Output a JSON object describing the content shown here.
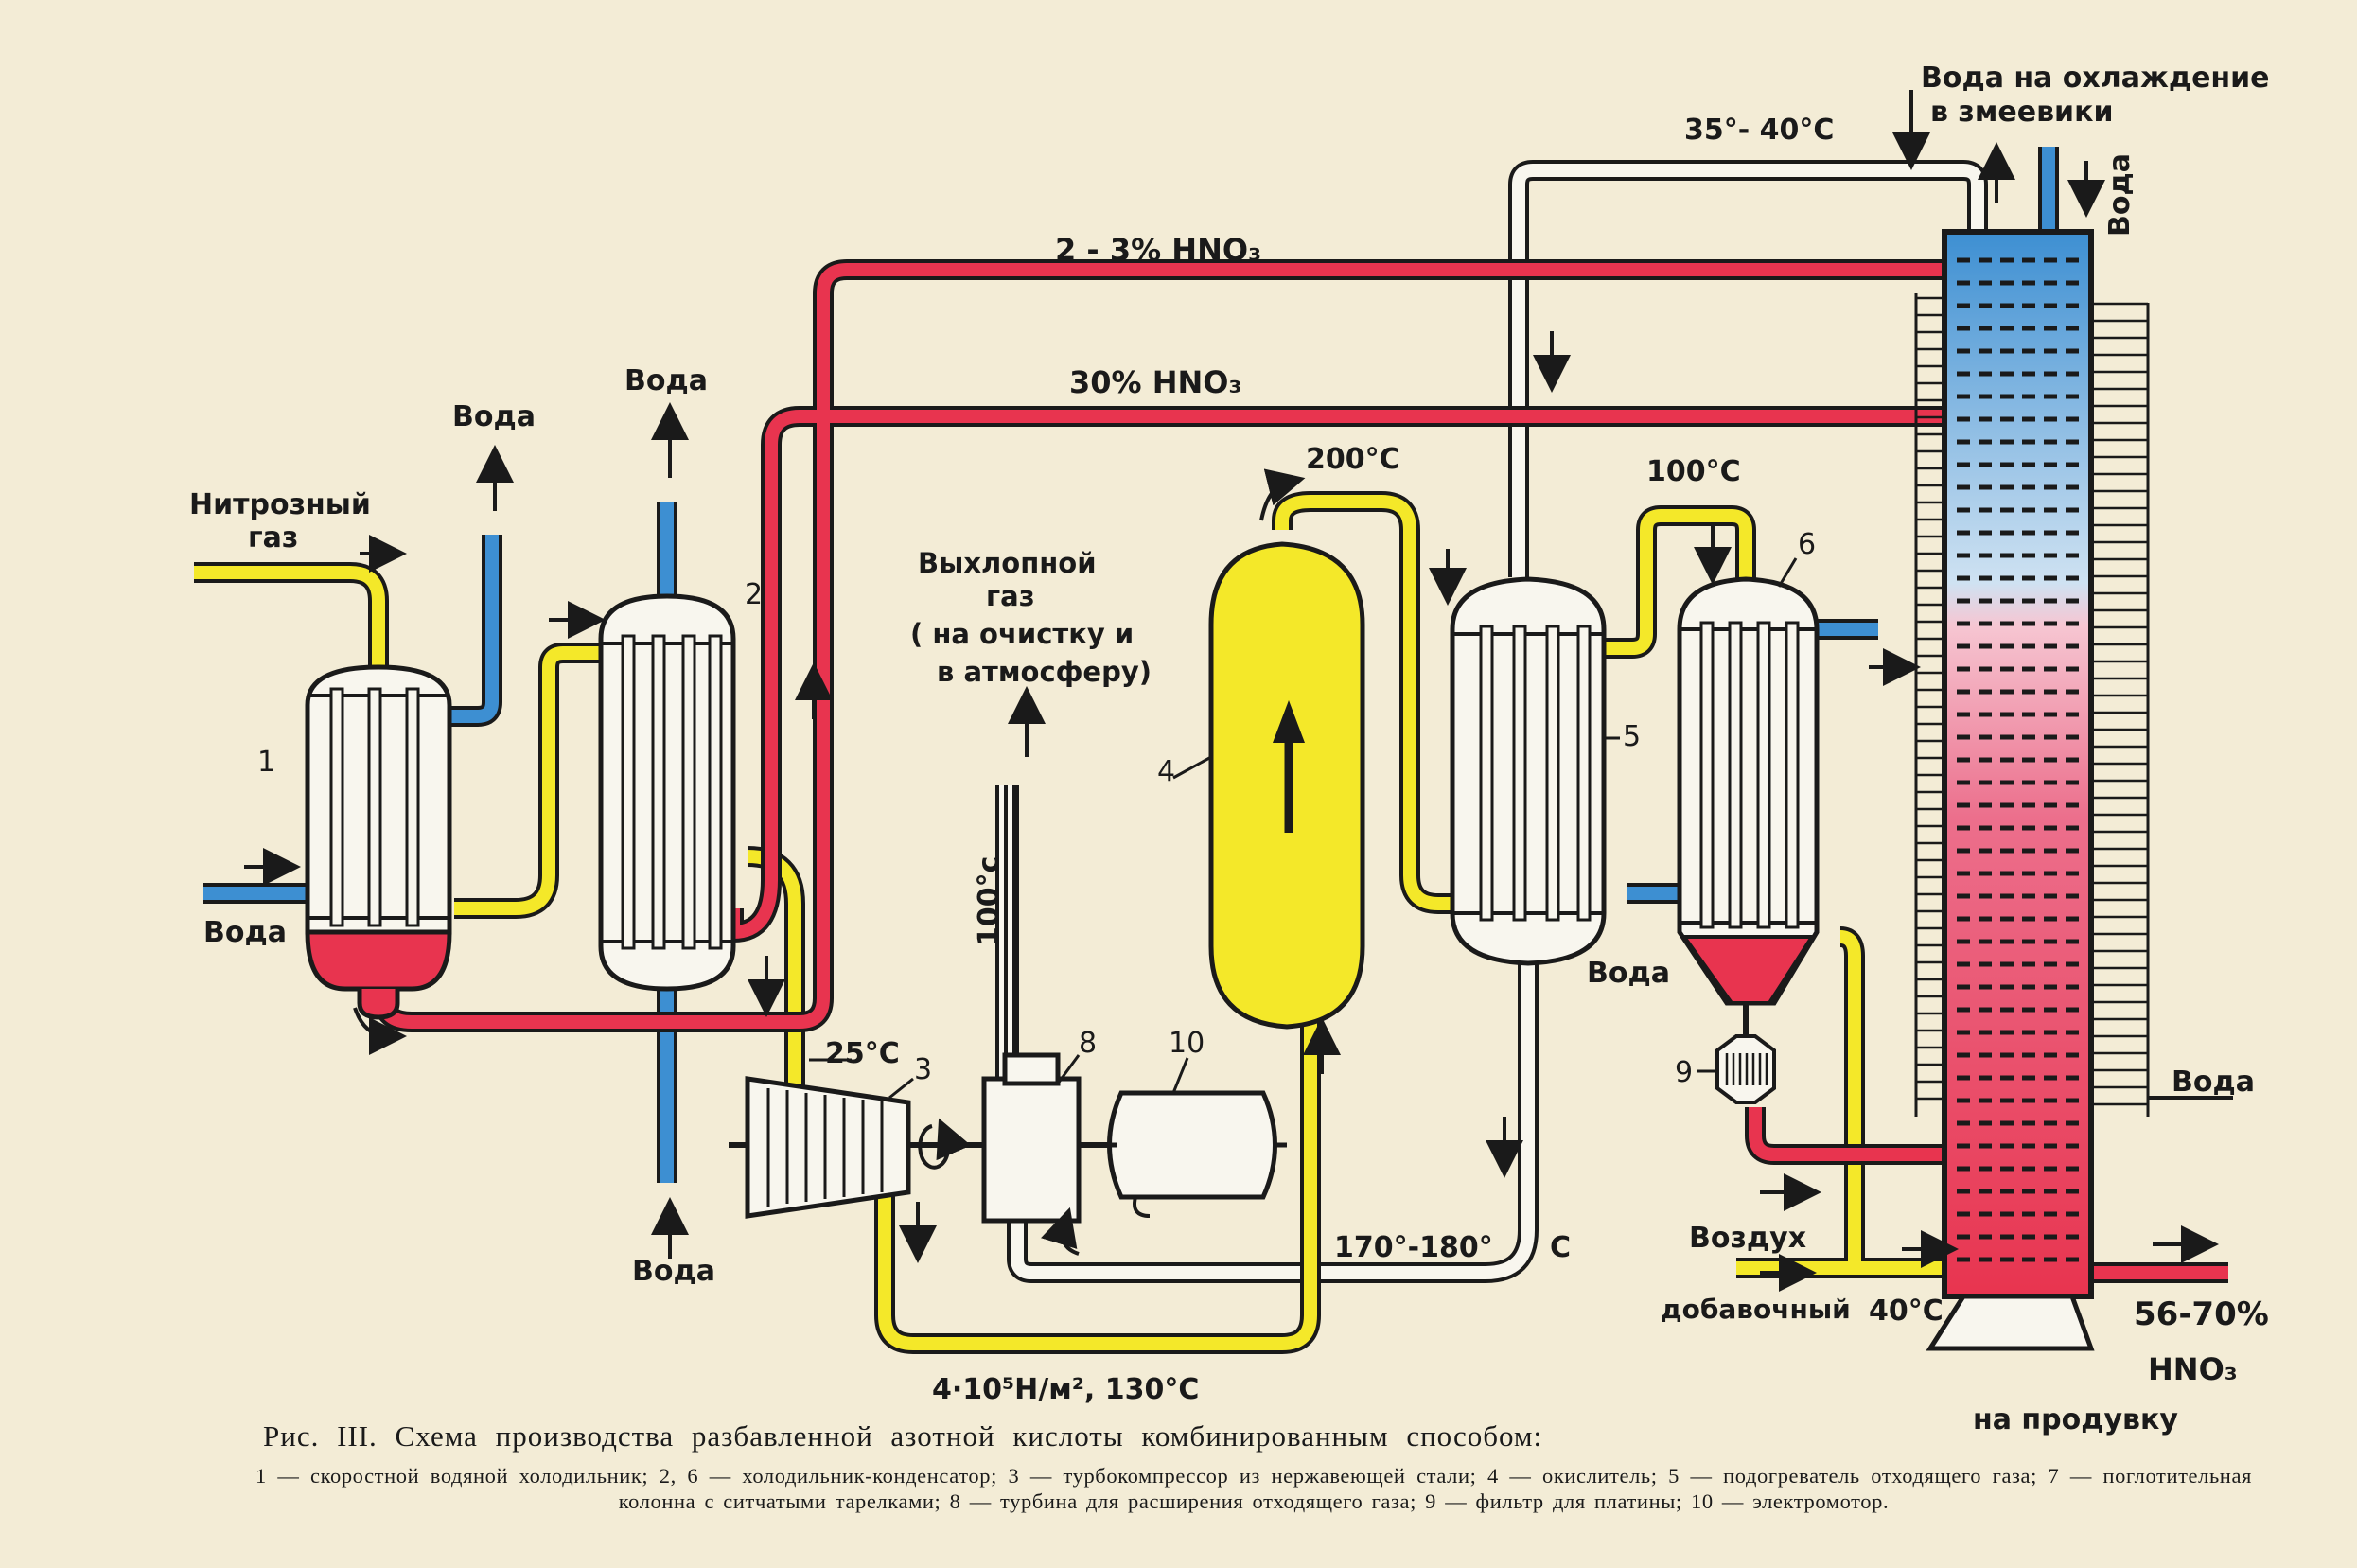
{
  "labels": {
    "voda_top_cooling": "Вода на охлаждение",
    "v_zmeeviki": "в змеевики",
    "temp_35_40": "35°- 40°С",
    "voda_vertical": "Вода",
    "hno3_2_3": "2 - 3% HNO₃",
    "hno3_30": "30% HNO₃",
    "voda_left": "Вода",
    "voda_mid": "Вода",
    "nitrozny_1": "Нитрозный",
    "nitrozny_2": "газ",
    "voda_in_left": "Вода",
    "exhaust_1": "Выхлопной",
    "exhaust_2": "газ",
    "exhaust_3": "( на очистку и",
    "exhaust_4": "в атмосферу)",
    "temp_200": "200°С",
    "temp_100_right": "100°С",
    "temp_100_vert": "100°с",
    "temp_25": "25°С",
    "temp_170_180": "170°-180°",
    "c_letter": "С",
    "pressure": "4·10⁵Н/м², 130°С",
    "voda_bottom": "Вода",
    "voda_5": "Вода",
    "voda_right_out": "Вода",
    "vozdukh": "Воздух",
    "dobavochny": "добавочный",
    "temp_40": "40°С",
    "hno3_56_70_a": "56-70%",
    "hno3_56_70_b": "HNO₃",
    "na_produvku": "на продувку",
    "n1": "1",
    "n2": "2",
    "n3": "3",
    "n4": "4",
    "n5": "5",
    "n6": "6",
    "n8": "8",
    "n9": "9",
    "n10": "10"
  },
  "caption": {
    "title": "Рис. III. Схема производства разбавленной азотной кислоты комбинированным способом:",
    "legend": "1 — скоростной водяной холодильник; 2, 6 — холодильник-конденсатор; 3 — турбокомпрессор из нержавеющей стали; 4 — окислитель; 5 — подогреватель отходящего газа; 7 — поглотительная колонна с ситчатыми тарелками; 8 — турбина для расширения отходящего газа; 9 — фильтр для платины; 10 — электромотор."
  },
  "colors": {
    "red": "#e8344f",
    "yellow": "#f4e829",
    "blue": "#3d8fd2",
    "white_pipe": "#f8f6ee",
    "outline": "#1a1a1a",
    "paper": "#f3ecd6"
  }
}
